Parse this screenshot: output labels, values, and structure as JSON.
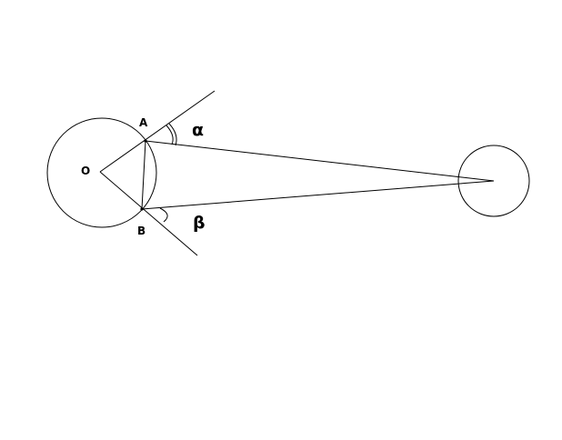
{
  "labels": {
    "center": "O",
    "point_a": "A",
    "point_b": "B",
    "angle_alpha": "α",
    "angle_beta": "β"
  },
  "colors": {
    "background": "#ffffff",
    "ink": "#000000"
  }
}
